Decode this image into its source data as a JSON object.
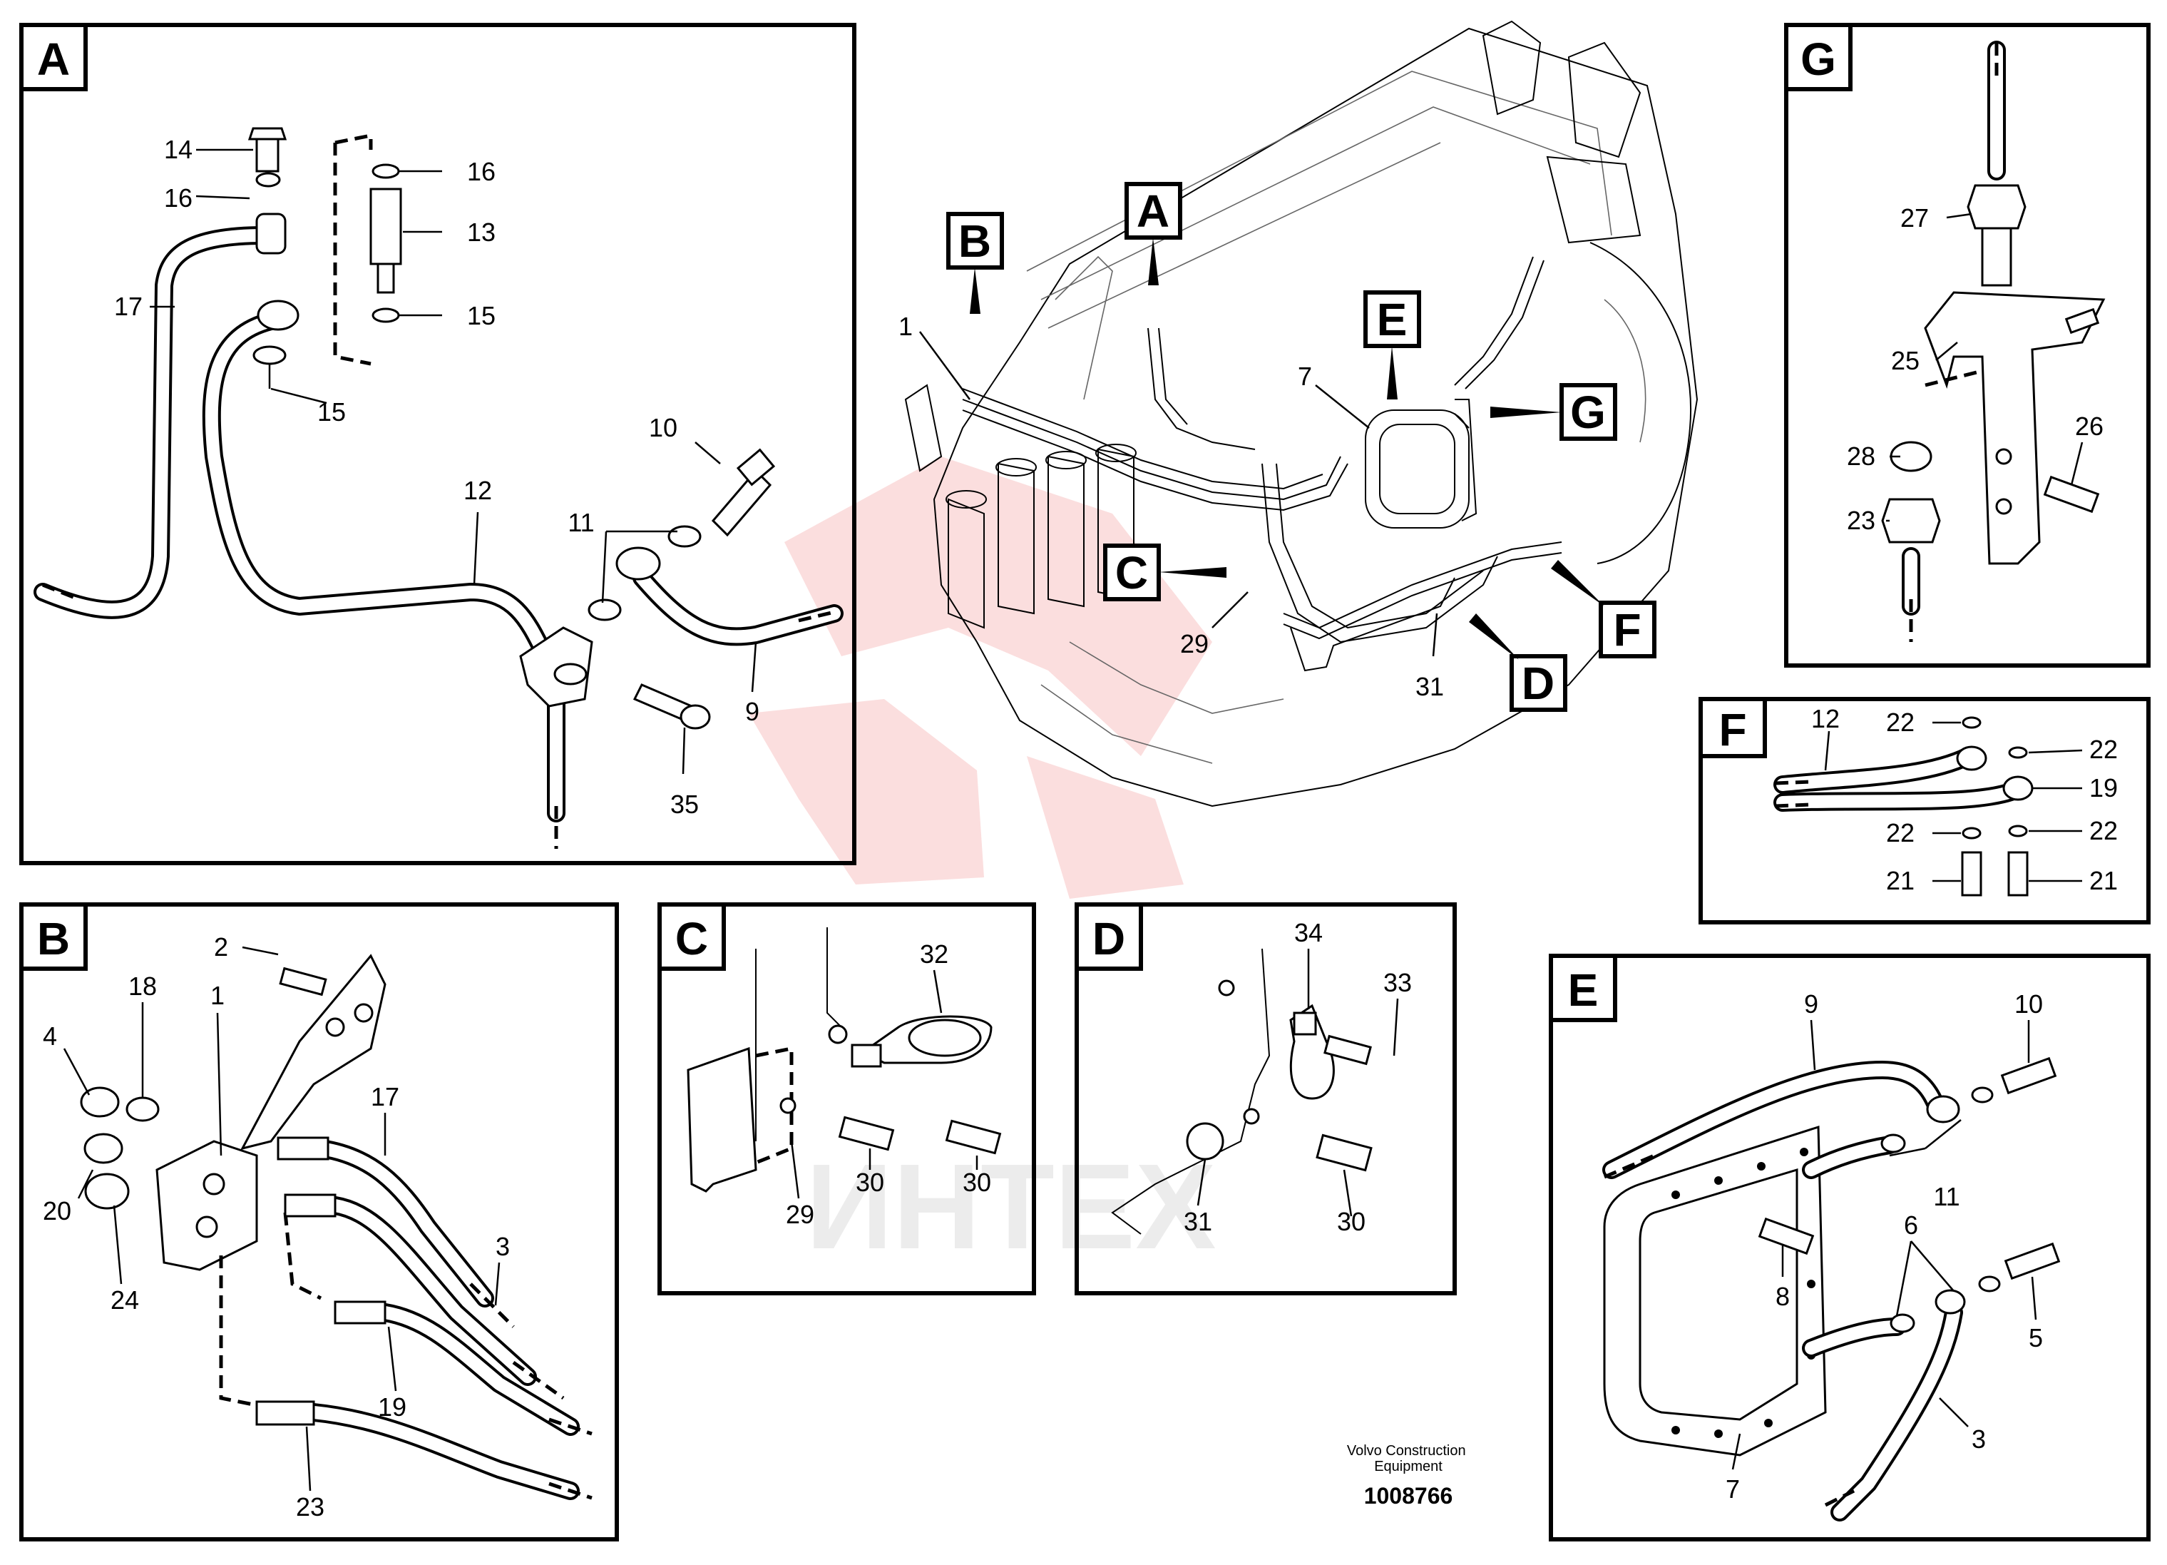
{
  "panels": {
    "A": {
      "letter": "A",
      "labels": [
        "14",
        "16",
        "16",
        "13",
        "17",
        "15",
        "15",
        "10",
        "12",
        "11",
        "9",
        "35"
      ]
    },
    "B": {
      "letter": "B",
      "labels": [
        "2",
        "18",
        "1",
        "4",
        "17",
        "20",
        "3",
        "24",
        "19",
        "23"
      ]
    },
    "C": {
      "letter": "C",
      "labels": [
        "32",
        "29",
        "30",
        "30"
      ]
    },
    "D": {
      "letter": "D",
      "labels": [
        "34",
        "33",
        "31",
        "30"
      ]
    },
    "E": {
      "letter": "E",
      "labels": [
        "9",
        "10",
        "11",
        "6",
        "8",
        "5",
        "3",
        "7"
      ]
    },
    "F": {
      "letter": "F",
      "labels": [
        "12",
        "22",
        "22",
        "19",
        "22",
        "22",
        "21",
        "21"
      ]
    },
    "G": {
      "letter": "G",
      "labels": [
        "27",
        "25",
        "28",
        "26",
        "23"
      ]
    }
  },
  "main": {
    "callouts": [
      "A",
      "B",
      "C",
      "D",
      "E",
      "F",
      "G"
    ],
    "labels": [
      "1",
      "7",
      "29",
      "31"
    ]
  },
  "footer": {
    "manufacturer": "Volvo Construction Equipment",
    "document_number": "1008766"
  },
  "watermark": {
    "text": "ИНТЕХ",
    "color": "#e74848"
  }
}
